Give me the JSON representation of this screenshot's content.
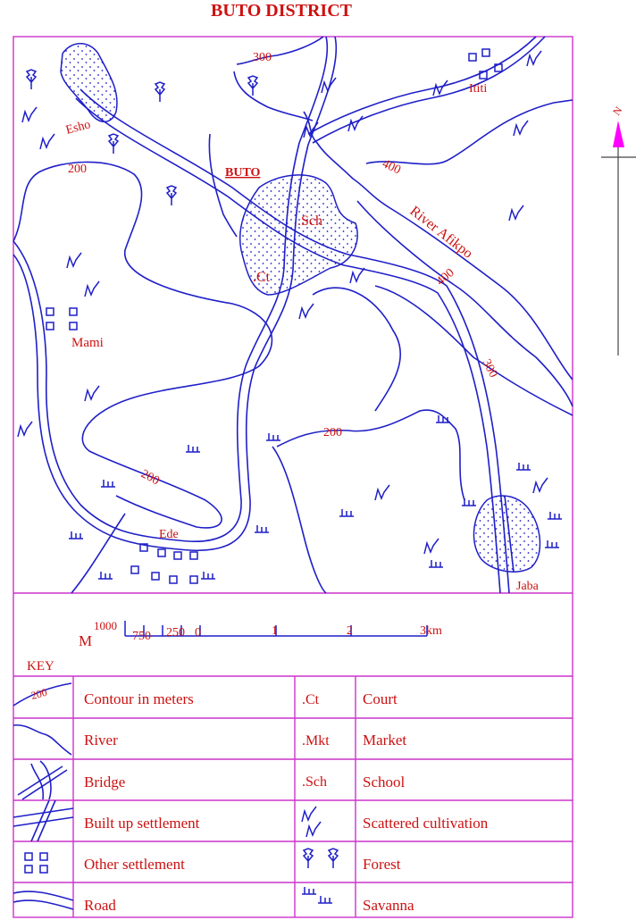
{
  "title": "BUTO  DISTRICT",
  "colors": {
    "frame": "#cc33cc",
    "lines": "#1f1fc8",
    "text": "#cc1111",
    "north_arrow": "#ff00ff"
  },
  "places": {
    "buto": "BUTO",
    "esho": "Esho",
    "mami": "Mami",
    "ede": "Ede",
    "ititi": "Ititi",
    "jaba": "Jaba",
    "school": ".Sch",
    "court": ".Ct"
  },
  "river_label": "River  Afikpo",
  "contours": {
    "c300_top": "300",
    "c400_a": "400",
    "c400_b": "400",
    "c300_right": "300",
    "c200_left": "200",
    "c200_mid": "200",
    "c200_south": "200"
  },
  "north": {
    "label": "N"
  },
  "scale": {
    "unit_left": "M",
    "labels": [
      "1000",
      "750",
      "250",
      "0",
      "1",
      "2",
      "3km"
    ]
  },
  "key": {
    "heading": "KEY",
    "contour_sample": "200",
    "left": [
      "Contour in meters",
      "River",
      "Bridge",
      "Built up settlement",
      "Other settlement",
      "Road"
    ],
    "right_symbols": [
      ".Ct",
      ".Mkt",
      ".Sch"
    ],
    "right": [
      "Court",
      "Market",
      "School",
      "Scattered cultivation",
      "Forest",
      "Savanna"
    ]
  }
}
